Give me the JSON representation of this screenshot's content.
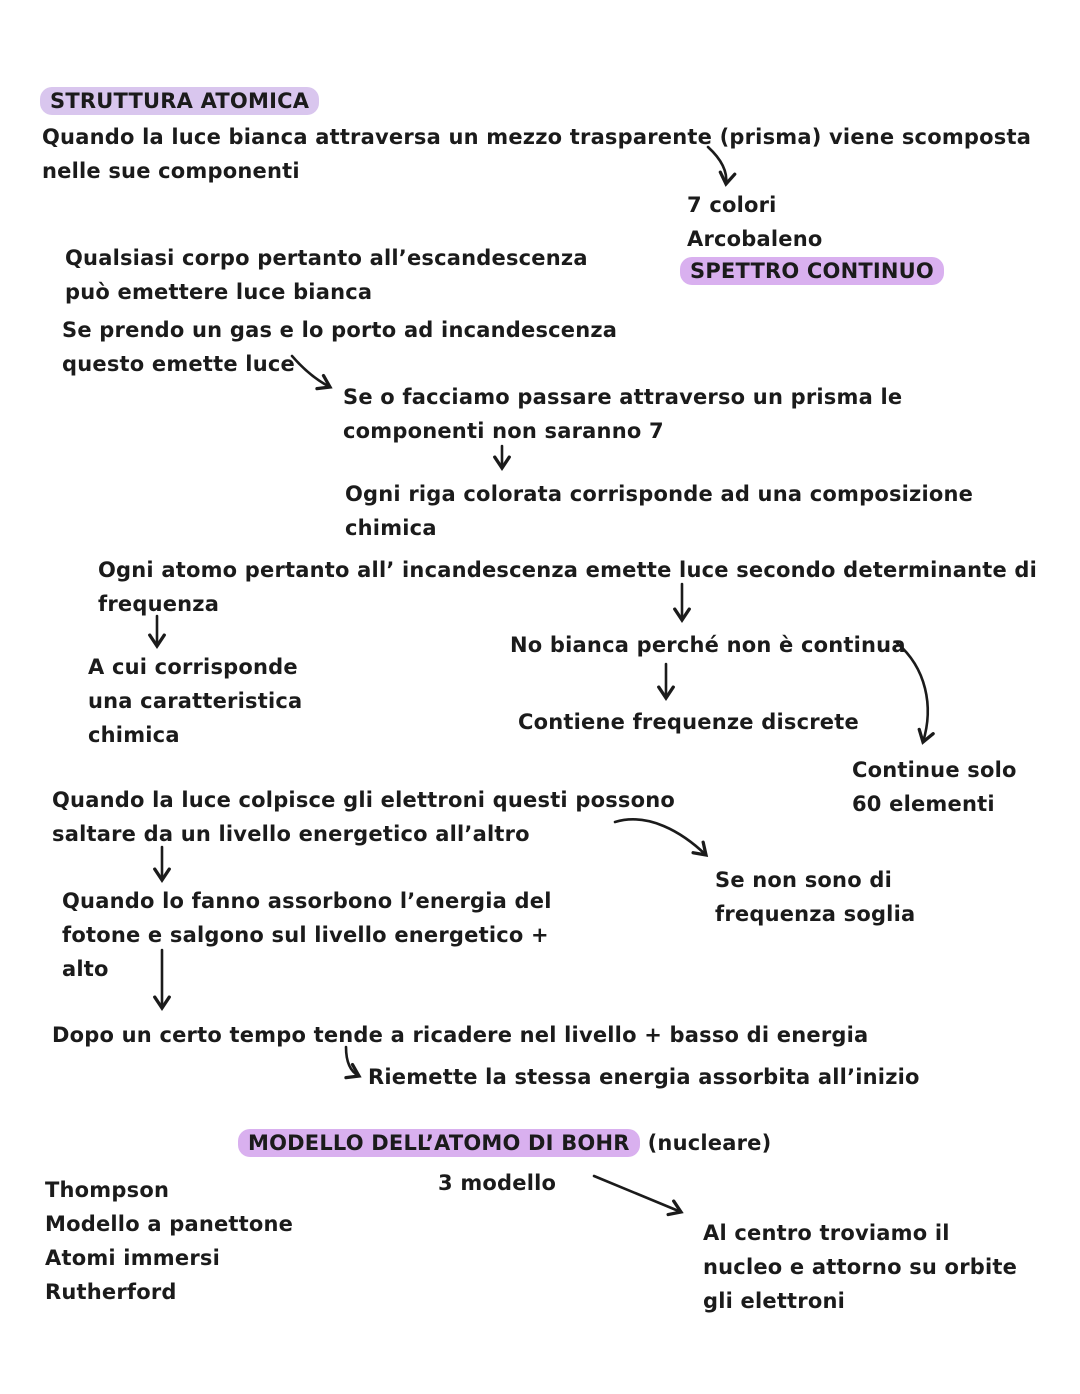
{
  "page": {
    "background": "#ffffff",
    "ink_color": "#1b1b1b",
    "highlight_title_color": "#d9c6ee",
    "highlight_strong_color": "#d9b0ef"
  },
  "sections": {
    "title": "STRUTTURA ATOMICA",
    "intro": "Quando la luce bianca attraversa un mezzo trasparente (prisma) viene scomposta\nnelle sue componenti",
    "spectrum": {
      "seven_colors": "7 colori",
      "rainbow": "Arcobaleno",
      "continuous_spectrum": "SPETTRO CONTINUO"
    },
    "incandescent_body": "Qualsiasi corpo pertanto all’escandescenza\npuò emettere luce bianca",
    "gas": "Se prendo un gas e lo porto ad incandescenza\nquesto emette luce",
    "prism_pass": "Se o facciamo passare attraverso un prisma le\ncomponenti non saranno 7",
    "colored_line": "Ogni riga colorata corrisponde ad una composizione\nchimica",
    "atom_frequency": "Ogni atomo pertanto all’ incandescenza emette luce secondo determinante di\nfrequenza",
    "chemical_characteristic": "A cui corrisponde\nuna caratteristica\nchimica",
    "not_white": "No bianca perché non è continua",
    "discrete_frequencies": "Contiene frequenze discrete",
    "continuous_only": "Continue solo\n60 elementi",
    "electron_jump": "Quando la luce colpisce gli elettroni questi possono\nsaltare da un livello energetico all’altro",
    "threshold": "Se non sono di\nfrequenza soglia",
    "absorb": "Quando lo fanno assorbono l’energia del\nfotone e salgono sul livello energetico +\nalto",
    "fall_back": "Dopo un certo tempo tende a ricadere nel livello + basso di energia",
    "reemit": "Riemette la stessa energia assorbita all’inizio",
    "bohr": {
      "title": "MODELLO DELL’ATOMO DI BOHR",
      "suffix": "(nucleare)",
      "third_model": "3 modello",
      "previous_models": "Thompson\nModello a panettone\nAtomi immersi\nRutherford",
      "description": "Al centro troviamo il\nnucleo e attorno su orbite\ngli elettroni"
    }
  },
  "arrows": [
    "arrow-prism-to-colors",
    "arrow-gas-to-prism-pass",
    "arrow-prism-pass-to-colored-line",
    "arrow-frequenza-to-characteristic",
    "arrow-atom-to-not-white",
    "arrow-not-white-to-discrete",
    "arrow-continua-to-continuous-only",
    "arrow-jump-to-absorb",
    "arrow-jump-to-threshold",
    "arrow-absorb-to-fall-back",
    "arrow-fall-back-to-reemit",
    "arrow-model-to-description"
  ]
}
